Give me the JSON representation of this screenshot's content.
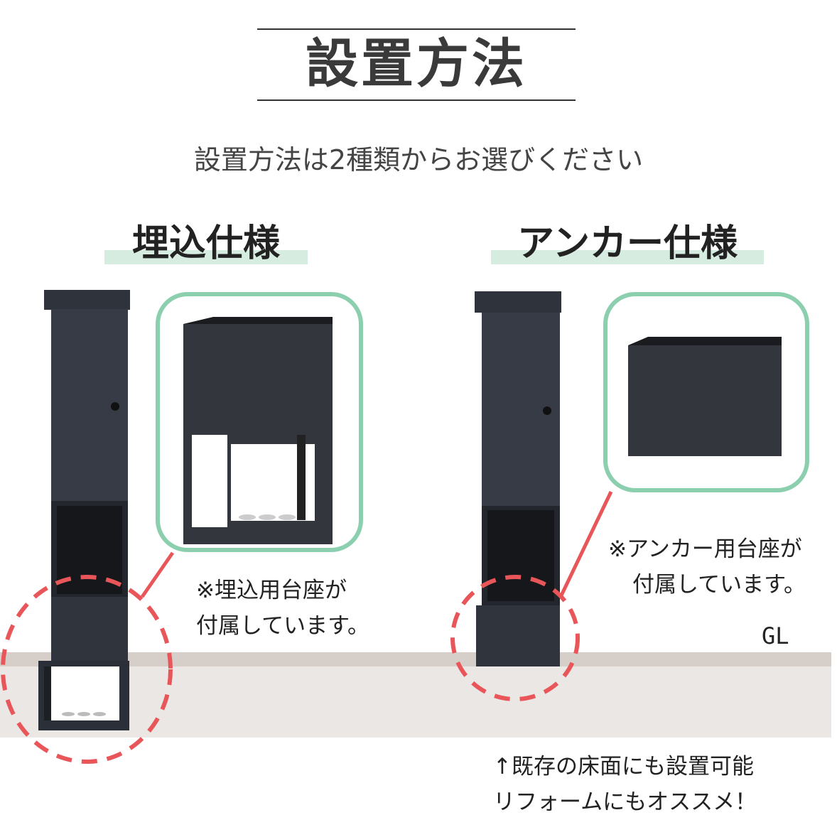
{
  "title": "設置方法",
  "subtitle": "設置方法は2種類からお選びください",
  "left": {
    "heading": "埋込仕様",
    "note_line1": "※埋込用台座が",
    "note_line2": "付属しています。"
  },
  "right": {
    "heading": "アンカー仕様",
    "note_line1": "※アンカー用台座が",
    "note_line2": "付属しています。"
  },
  "ground_label": "GL",
  "bottom_note": {
    "line1": "↑既存の床面にも設置可能",
    "line2": "リフォームにもオススメ！"
  },
  "colors": {
    "accent_green": "#8ccfae",
    "highlight_red": "#e8565a",
    "product": "#2b2f38",
    "ground": "#ece8e5"
  }
}
